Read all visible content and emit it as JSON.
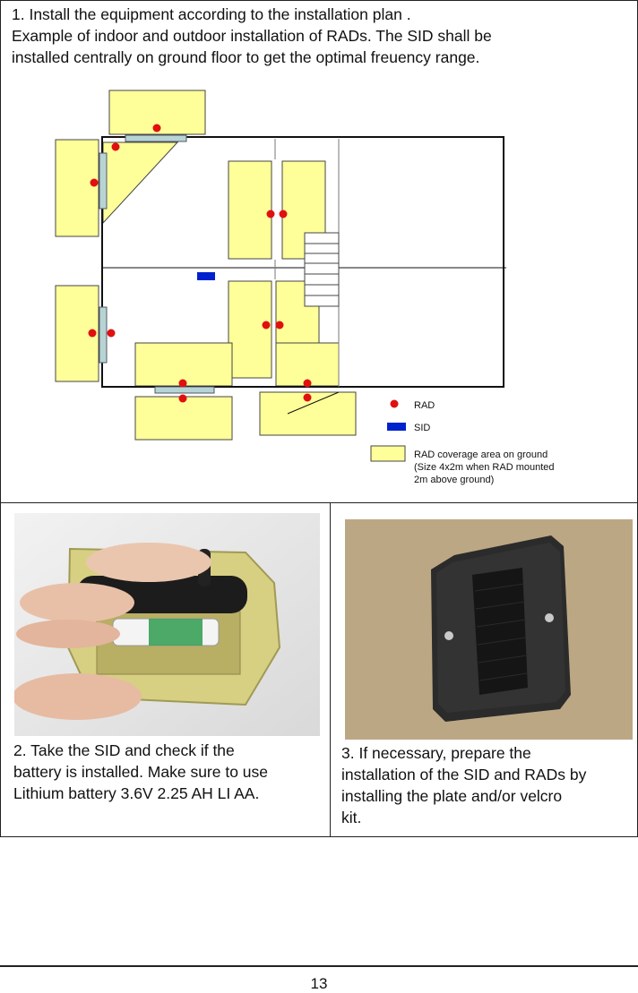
{
  "step1": {
    "heading": "1. Install the equipment according to the installation plan .",
    "body_line1": "Example of indoor and outdoor installation of RADs. The SID shall be",
    "body_line2": "installed centrally on ground floor to get the optimal freuency range."
  },
  "legend": {
    "rad": "RAD",
    "sid": "SID",
    "coverage_line1": "RAD coverage area on ground",
    "coverage_line2": "(Size 4x2m when RAD mounted",
    "coverage_line3": "2m above ground)"
  },
  "colors": {
    "coverage": "#ffff99",
    "rad": "#e01010",
    "sid": "#0022cc",
    "plate": "#b7d4d4"
  },
  "step2": {
    "line1": "2. Take the SID and check if the",
    "line2": "battery is installed.  Make sure to use",
    "line3": "Lithium battery 3.6V 2.25 AH LI AA."
  },
  "step3": {
    "line1": "3. If necessary, prepare the",
    "line2": "installation of the SID and RADs by",
    "line3": "installing the plate and/or velcro",
    "line4": "kit."
  },
  "footer": {
    "page_number": "13"
  }
}
